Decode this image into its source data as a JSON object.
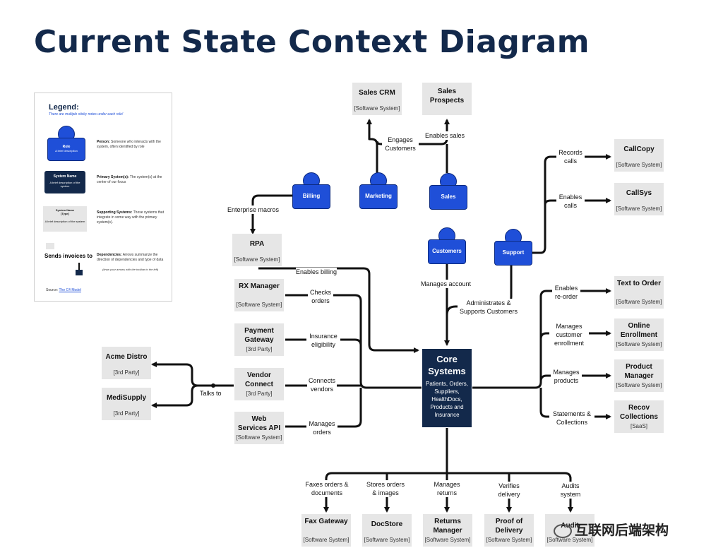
{
  "title": "Current State Context Diagram",
  "legend": {
    "title": "Legend:",
    "subtitle": "There are multiple sticky notes under each role!",
    "person_box_name": "Role",
    "person_box_desc": "A brief description",
    "person_text_bold": "Person:",
    "person_text": "Someone who interacts with the system, often identified by role",
    "primary_box_name": "System Name",
    "primary_box_desc": "A brief description of the system",
    "primary_text_bold": "Primary System(s):",
    "primary_text": "The system(s) at the center of our focus",
    "supporting_box_name": "System Name",
    "supporting_box_type": "[Type]",
    "supporting_box_desc": "A brief description of the system",
    "supporting_text_bold": "Supporting Systems:",
    "supporting_text": "Those systems that integrate in some way with the primary system(s).",
    "dep_label": "Sends invoices to",
    "dep_text_bold": "Dependencies:",
    "dep_text": "Arrows summarize the direction of dependencies and type of data",
    "dep_note": "(draw your arrows with the toolbar to the left)",
    "source_prefix": "Source:",
    "source_link": "The C4 Model"
  },
  "core": {
    "name": "Core Systems",
    "description": "Patients, Orders, Suppliers, HealthDocs, Products and Insurance"
  },
  "persons": {
    "billing": "Billing",
    "marketing": "Marketing",
    "sales": "Sales",
    "customers": "Customers",
    "support": "Support"
  },
  "systems": {
    "sales_crm": {
      "name": "Sales CRM",
      "type": "[Software System]"
    },
    "sales_prospects": {
      "name": "Sales Prospects",
      "type": ""
    },
    "callcopy": {
      "name": "CallCopy",
      "type": "[Software System]"
    },
    "callsys": {
      "name": "CallSys",
      "type": "[Software System]"
    },
    "rpa": {
      "name": "RPA",
      "type": "[Software System]"
    },
    "rx_manager": {
      "name": "RX Manager",
      "type": "[Software System]"
    },
    "payment_gateway": {
      "name": "Payment Gateway",
      "type": "[3rd Party]"
    },
    "vendor_connect": {
      "name": "Vendor Connect",
      "type": "[3rd Party]"
    },
    "web_services_api": {
      "name": "Web Services API",
      "type": "[Software System]"
    },
    "acme_distro": {
      "name": "Acme Distro",
      "type": "[3rd Party]"
    },
    "medisupply": {
      "name": "MediSupply",
      "type": "[3rd Party]"
    },
    "text_to_order": {
      "name": "Text to Order",
      "type": "[Software System]"
    },
    "online_enrollment": {
      "name": "Online Enrollment",
      "type": "[Software System]"
    },
    "product_manager": {
      "name": "Product Manager",
      "type": "[Software System]"
    },
    "recov_collections": {
      "name": "Recov Collections",
      "type": "[SaaS]"
    },
    "fax_gateway": {
      "name": "Fax Gateway",
      "type": "[Software System]"
    },
    "docstore": {
      "name": "DocStore",
      "type": "[Software System]"
    },
    "returns_manager": {
      "name": "Returns Manager",
      "type": "[Software System]"
    },
    "proof_of_delivery": {
      "name": "Proof of Delivery",
      "type": "[Software System]"
    },
    "audit": {
      "name": "Audit",
      "type": "[Software System]"
    }
  },
  "edges": {
    "engages_customers": "Engages Customers",
    "enables_sales": "Enables sales",
    "records_calls": "Records calls",
    "enables_calls": "Enables calls",
    "enterprise_macros": "Enterprise macros",
    "enables_billing": "Enables billing",
    "manages_account": "Manages account",
    "administrates_supports": "Administrates & Supports Customers",
    "checks_orders": "Checks orders",
    "insurance_eligibility": "Insurance eligibility",
    "connects_vendors": "Connects vendors",
    "manages_orders": "Manages orders",
    "talks_to": "Talks to",
    "enables_reorder": "Enables re-order",
    "manages_enrollment": "Manages customer enrollment",
    "manages_products": "Manages products",
    "statements_collections": "Statements & Collections",
    "faxes_orders": "Faxes orders & documents",
    "stores_orders": "Stores orders & images",
    "manages_returns": "Manages returns",
    "verifies_delivery": "Verifies delivery",
    "audits_system": "Audits system"
  },
  "watermark": "互联网后端架构",
  "colors": {
    "core": "#13294b",
    "person": "#1f4fd8",
    "system": "#e6e6e6",
    "title": "#13294b"
  }
}
